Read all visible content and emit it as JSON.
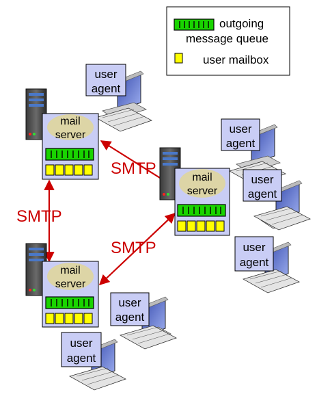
{
  "legend": {
    "queue_line1": "outgoing",
    "queue_line2": "message queue",
    "mailbox_label": "user mailbox"
  },
  "servers": [
    {
      "label_line1": "mail",
      "label_line2": "server"
    },
    {
      "label_line1": "mail",
      "label_line2": "server"
    },
    {
      "label_line1": "mail",
      "label_line2": "server"
    }
  ],
  "user_agents": [
    {
      "line1": "user",
      "line2": "agent"
    },
    {
      "line1": "user",
      "line2": "agent"
    },
    {
      "line1": "user",
      "line2": "agent"
    },
    {
      "line1": "user",
      "line2": "agent"
    },
    {
      "line1": "user",
      "line2": "agent"
    },
    {
      "line1": "user",
      "line2": "agent"
    }
  ],
  "protocol_labels": [
    "SMTP",
    "SMTP",
    "SMTP"
  ],
  "colors": {
    "server_box": "#c9cdf5",
    "queue_green": "#19d400",
    "mailbox_yellow": "#ffff00",
    "cloud_tan": "#ddd5a6",
    "arrow_red": "#cc0000",
    "label_red": "#cc0000",
    "agent_box": "#c9cdf5",
    "monitor_blue": "#5a6fc4"
  }
}
